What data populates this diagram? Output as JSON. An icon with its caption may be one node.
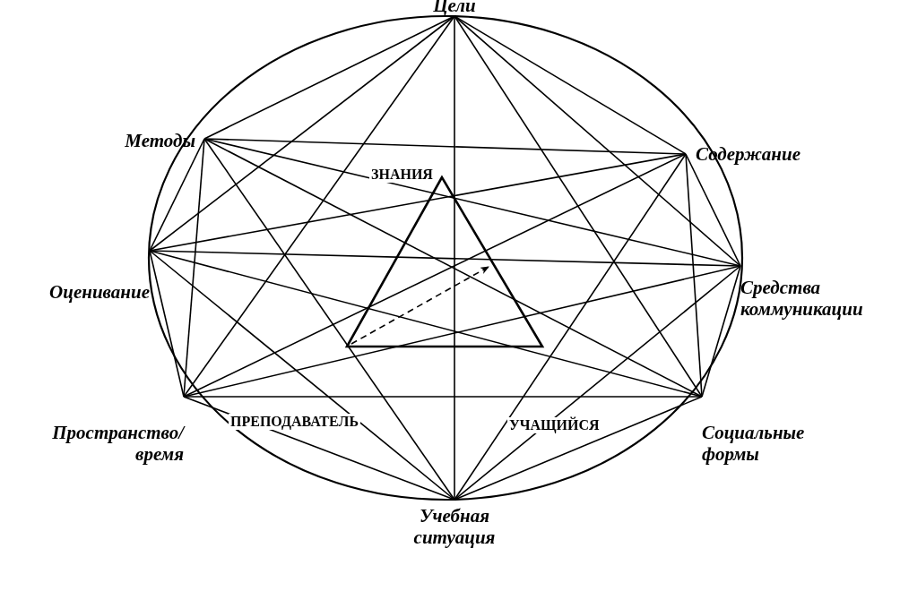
{
  "diagram": {
    "nodes": [
      {
        "text": [
          "Цели"
        ]
      },
      {
        "text": [
          "Содержание"
        ]
      },
      {
        "text": [
          "Средства коммуникации"
        ]
      },
      {
        "text": [
          "Социальные формы"
        ]
      },
      {
        "text": [
          "Учебная ситуация"
        ]
      },
      {
        "text": [
          "Пространство/ время"
        ]
      },
      {
        "text": [
          "Оценивание"
        ]
      },
      {
        "text": [
          "Методы"
        ]
      }
    ],
    "edges": [
      {
        "from": 0,
        "to": 1,
        "arrow": "none"
      },
      {
        "from": 0,
        "to": 2,
        "arrow": "none"
      },
      {
        "from": 0,
        "to": 3,
        "arrow": "none"
      },
      {
        "from": 0,
        "to": 4,
        "arrow": "none"
      },
      {
        "from": 0,
        "to": 5,
        "arrow": "none"
      },
      {
        "from": 0,
        "to": 6,
        "arrow": "none"
      },
      {
        "from": 0,
        "to": 7,
        "arrow": "none"
      },
      {
        "from": 1,
        "to": 2,
        "arrow": "none"
      },
      {
        "from": 1,
        "to": 3,
        "arrow": "none"
      },
      {
        "from": 1,
        "to": 4,
        "arrow": "none"
      },
      {
        "from": 1,
        "to": 5,
        "arrow": "none"
      },
      {
        "from": 1,
        "to": 6,
        "arrow": "none"
      },
      {
        "from": 1,
        "to": 7,
        "arrow": "none"
      },
      {
        "from": 2,
        "to": 3,
        "arrow": "none"
      },
      {
        "from": 2,
        "to": 4,
        "arrow": "none"
      },
      {
        "from": 2,
        "to": 5,
        "arrow": "none"
      },
      {
        "from": 2,
        "to": 6,
        "arrow": "none"
      },
      {
        "from": 2,
        "to": 7,
        "arrow": "none"
      },
      {
        "from": 3,
        "to": 4,
        "arrow": "none"
      },
      {
        "from": 3,
        "to": 5,
        "arrow": "none"
      },
      {
        "from": 3,
        "to": 6,
        "arrow": "none"
      },
      {
        "from": 3,
        "to": 7,
        "arrow": "none"
      },
      {
        "from": 4,
        "to": 5,
        "arrow": "none"
      },
      {
        "from": 4,
        "to": 6,
        "arrow": "none"
      },
      {
        "from": 4,
        "to": 7,
        "arrow": "none"
      },
      {
        "from": 5,
        "to": 6,
        "arrow": "none"
      },
      {
        "from": 5,
        "to": 7,
        "arrow": "none"
      },
      {
        "from": 6,
        "to": 7,
        "arrow": "none"
      }
    ],
    "labels": [
      "ЗНАНИЯ",
      "ПРЕПОДАВАТЕЛЬ",
      "УЧАЩИЙСЯ"
    ]
  }
}
